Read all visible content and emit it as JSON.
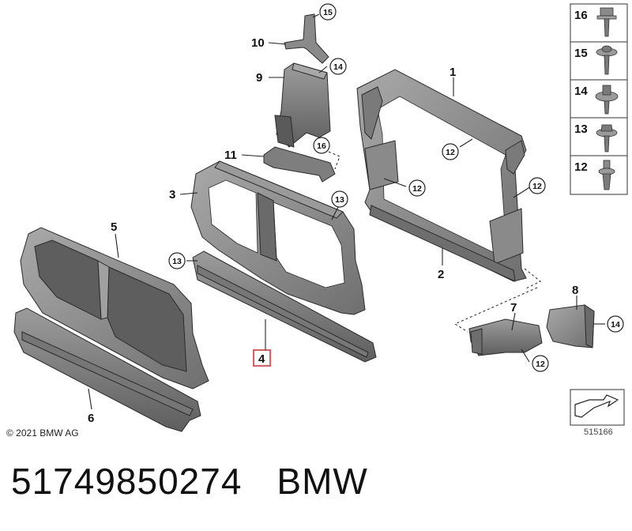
{
  "callouts": {
    "c1": "1",
    "c2": "2",
    "c3": "3",
    "c4": "4",
    "c5": "5",
    "c6": "6",
    "c7": "7",
    "c8": "8",
    "c9": "9",
    "c10": "10",
    "c11": "11"
  },
  "circled": {
    "r12a": "12",
    "r12b": "12",
    "r12c": "12",
    "r12d": "12",
    "r13a": "13",
    "r13b": "13",
    "r14a": "14",
    "r14b": "14",
    "r15a": "15",
    "r16a": "16"
  },
  "fastener_legend": {
    "items": [
      {
        "number": "16",
        "icon": "flange-bolt-icon"
      },
      {
        "number": "15",
        "icon": "collar-screw-icon"
      },
      {
        "number": "14",
        "icon": "washer-screw-icon"
      },
      {
        "number": "13",
        "icon": "hex-collar-screw-icon"
      },
      {
        "number": "12",
        "icon": "expanding-rivet-icon"
      }
    ]
  },
  "copyright": "© 2021 BMW AG",
  "diagram_id": "515166",
  "part_number": "51749850274",
  "brand": "BMW",
  "colors": {
    "part_fill": "#8e8e8e",
    "part_dark": "#6a6a6a",
    "highlight_box": "#e0313a"
  }
}
